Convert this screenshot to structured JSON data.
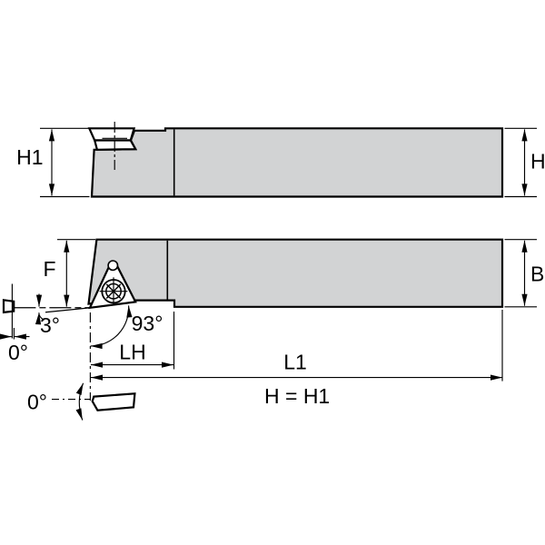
{
  "diagram": {
    "kind": "engineering-drawing",
    "subject": "indexable turning tool holder, two orthographic views with dimensions",
    "labels": {
      "h1": "H1",
      "h": "H",
      "f": "F",
      "b": "B",
      "lh": "LH",
      "l1": "L1",
      "angle_end": "3°",
      "angle_lead": "93°",
      "angle_zero_top": "0°",
      "angle_zero_bottom": "0°",
      "equation": "H = H1"
    },
    "colors": {
      "body_fill": "#d2d3d4",
      "line": "#000000",
      "background": "#ffffff"
    }
  }
}
